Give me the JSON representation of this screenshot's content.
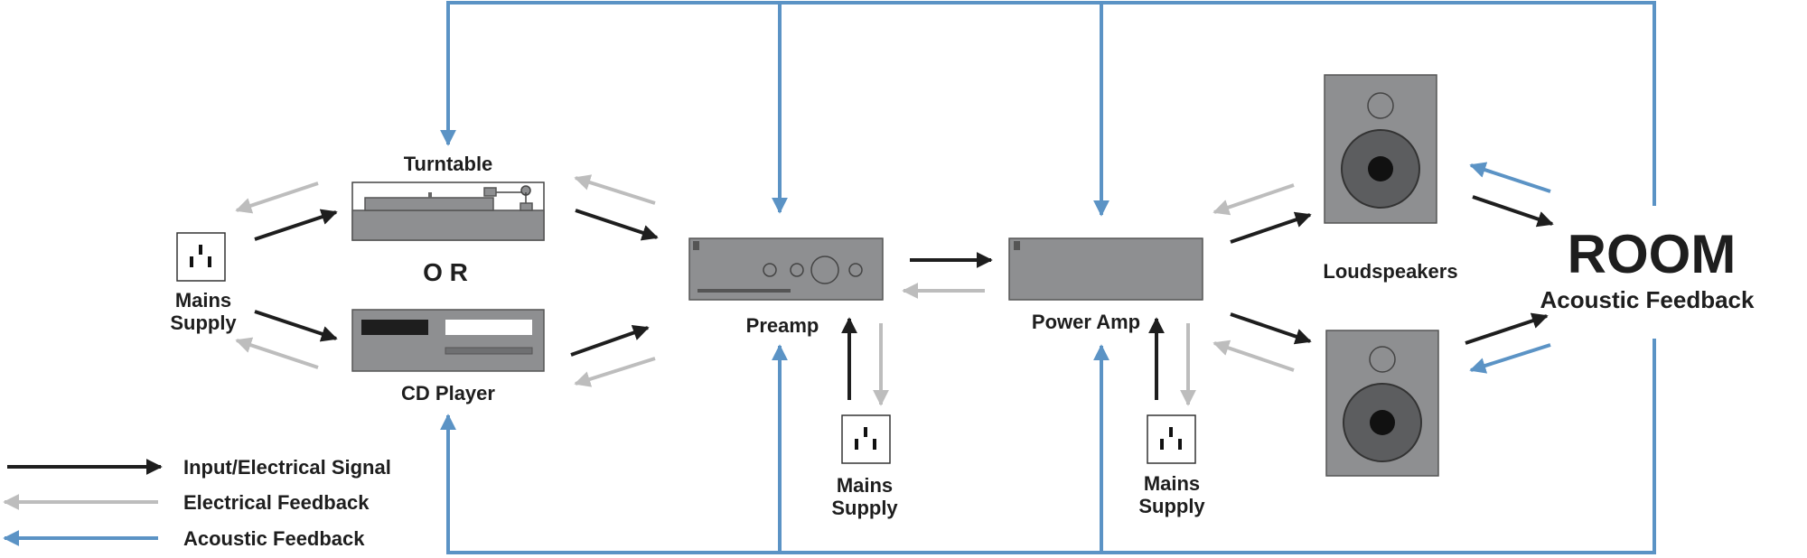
{
  "labels": {
    "turntable": "Turntable",
    "or": "O R",
    "cd_player": "CD Player",
    "mains_left_1": "Mains",
    "mains_left_2": "Supply",
    "preamp": "Preamp",
    "power_amp": "Power Amp",
    "loudspeakers": "Loudspeakers",
    "room": "ROOM",
    "acoustic_feedback": "Acoustic Feedback",
    "mains_preamp_1": "Mains",
    "mains_preamp_2": "Supply",
    "mains_amp_1": "Mains",
    "mains_amp_2": "Supply"
  },
  "legend": [
    {
      "label": "Input/Electrical Signal",
      "color": "#1e1e1e"
    },
    {
      "label": "Electrical Feedback",
      "color": "#bdbdbd"
    },
    {
      "label": "Acoustic Feedback",
      "color": "#5b93c5"
    }
  ],
  "colors": {
    "signal": "#1e1e1e",
    "electrical_feedback": "#bdbdbd",
    "acoustic_feedback": "#5b93c5",
    "device": "#8e8f91"
  }
}
